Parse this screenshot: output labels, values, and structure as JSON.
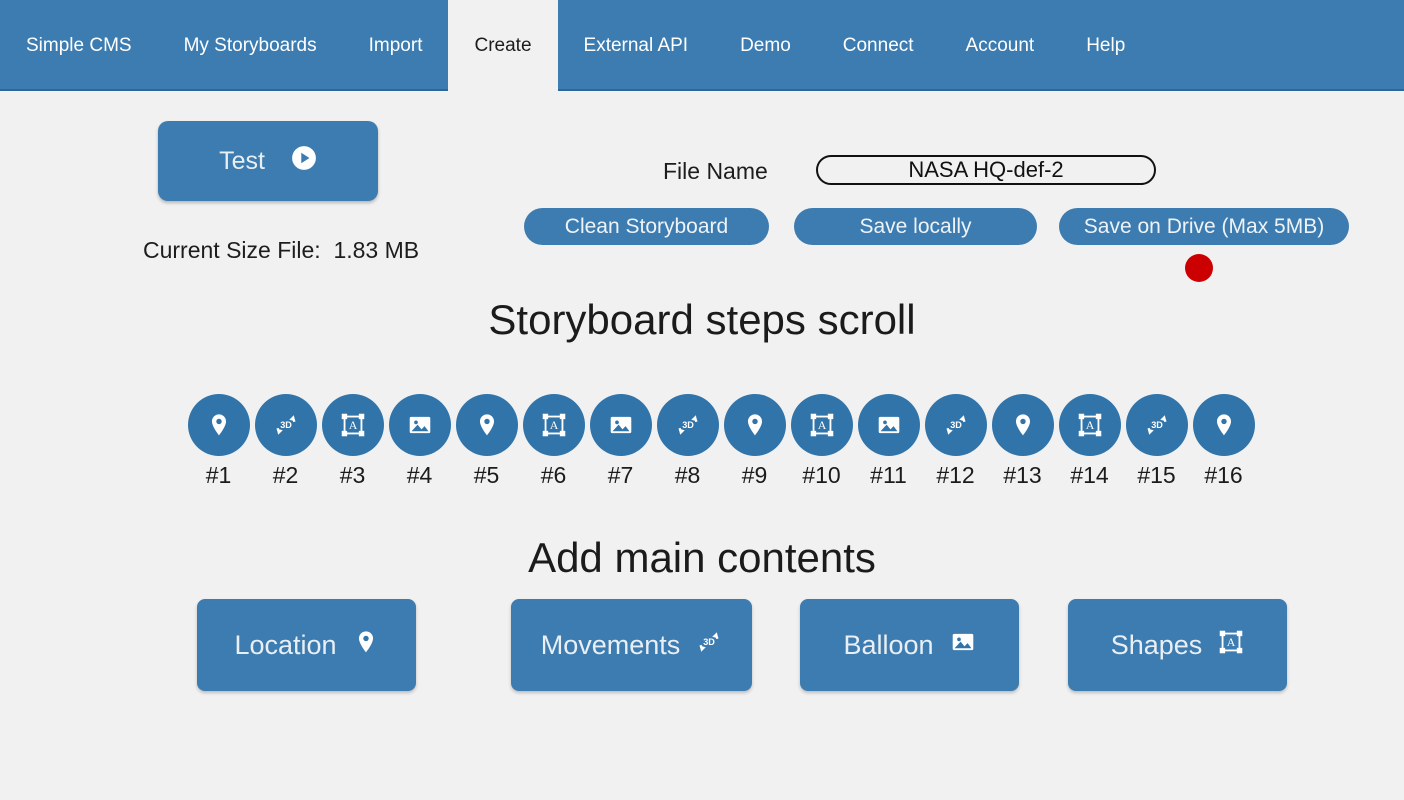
{
  "nav": {
    "items": [
      {
        "label": "Simple CMS",
        "active": false
      },
      {
        "label": "My Storyboards",
        "active": false
      },
      {
        "label": "Import",
        "active": false
      },
      {
        "label": "Create",
        "active": true
      },
      {
        "label": "External API",
        "active": false
      },
      {
        "label": "Demo",
        "active": false
      },
      {
        "label": "Connect",
        "active": false
      },
      {
        "label": "Account",
        "active": false
      },
      {
        "label": "Help",
        "active": false
      }
    ]
  },
  "toolbar": {
    "test_label": "Test",
    "test_icon": "play-circle-icon",
    "size_text": "Current Size File:  1.83 MB",
    "filename_label": "File Name",
    "filename_value": "NASA HQ-def-2",
    "filename_placeholder": "File Name",
    "record_indicator": "record-dot",
    "clean_label": "Clean Storyboard",
    "save_local_label": "Save locally",
    "save_drive_label": "Save on Drive (Max 5MB)"
  },
  "sections": {
    "steps_heading": "Storyboard steps scroll",
    "contents_heading": "Add main contents"
  },
  "steps": [
    {
      "label": "#1",
      "icon": "location-pin-icon"
    },
    {
      "label": "#2",
      "icon": "3d-rotate-icon"
    },
    {
      "label": "#3",
      "icon": "shapes-icon"
    },
    {
      "label": "#4",
      "icon": "image-icon"
    },
    {
      "label": "#5",
      "icon": "location-pin-icon"
    },
    {
      "label": "#6",
      "icon": "shapes-icon"
    },
    {
      "label": "#7",
      "icon": "image-icon"
    },
    {
      "label": "#8",
      "icon": "3d-rotate-icon"
    },
    {
      "label": "#9",
      "icon": "location-pin-icon"
    },
    {
      "label": "#10",
      "icon": "shapes-icon"
    },
    {
      "label": "#11",
      "icon": "image-icon"
    },
    {
      "label": "#12",
      "icon": "3d-rotate-icon"
    },
    {
      "label": "#13",
      "icon": "location-pin-icon"
    },
    {
      "label": "#14",
      "icon": "shapes-icon"
    },
    {
      "label": "#15",
      "icon": "3d-rotate-icon"
    },
    {
      "label": "#16",
      "icon": "location-pin-icon"
    }
  ],
  "content_buttons": [
    {
      "label": "Location",
      "icon": "location-pin-icon"
    },
    {
      "label": "Movements",
      "icon": "3d-rotate-icon"
    },
    {
      "label": "Balloon",
      "icon": "image-icon"
    },
    {
      "label": "Shapes",
      "icon": "shapes-icon"
    }
  ],
  "colors": {
    "brand_blue": "#3d7cb0",
    "step_blue": "#3174aa",
    "background": "#f1f1f1",
    "record_red": "#cc0000",
    "nav_text": "#ffffff",
    "active_tab_text": "#1c1c1c"
  }
}
